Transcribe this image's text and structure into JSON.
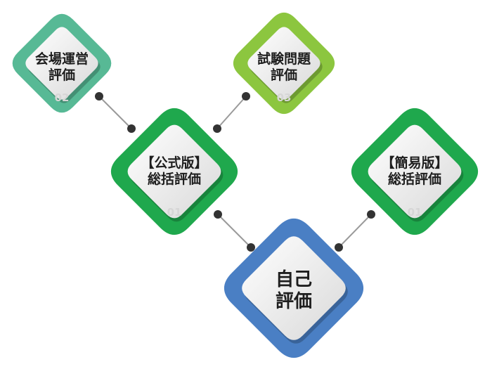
{
  "nodes": [
    {
      "id": "kaijo",
      "lines": [
        "会場運営",
        "評価"
      ],
      "number": "02",
      "color": "#57b995",
      "icon": "diamond"
    },
    {
      "id": "shiken",
      "lines": [
        "試験問題",
        "評価"
      ],
      "number": "03",
      "color": "#8cc63f",
      "icon": "diamond"
    },
    {
      "id": "koshiki",
      "lines": [
        "【公式版】",
        "総括評価"
      ],
      "number": "01",
      "color": "#1fa84d",
      "icon": "diamond"
    },
    {
      "id": "kanni",
      "lines": [
        "【簡易版】",
        "総括評価"
      ],
      "number": "01",
      "color": "#1fa84d",
      "icon": "diamond"
    },
    {
      "id": "jiko",
      "lines": [
        "自己",
        "評価"
      ],
      "number": "",
      "color": "#4a7fc4",
      "icon": "diamond"
    }
  ],
  "colors": {
    "connector": "#9a9a9a",
    "dot": "#333333",
    "tile": "#f2f2f2"
  }
}
